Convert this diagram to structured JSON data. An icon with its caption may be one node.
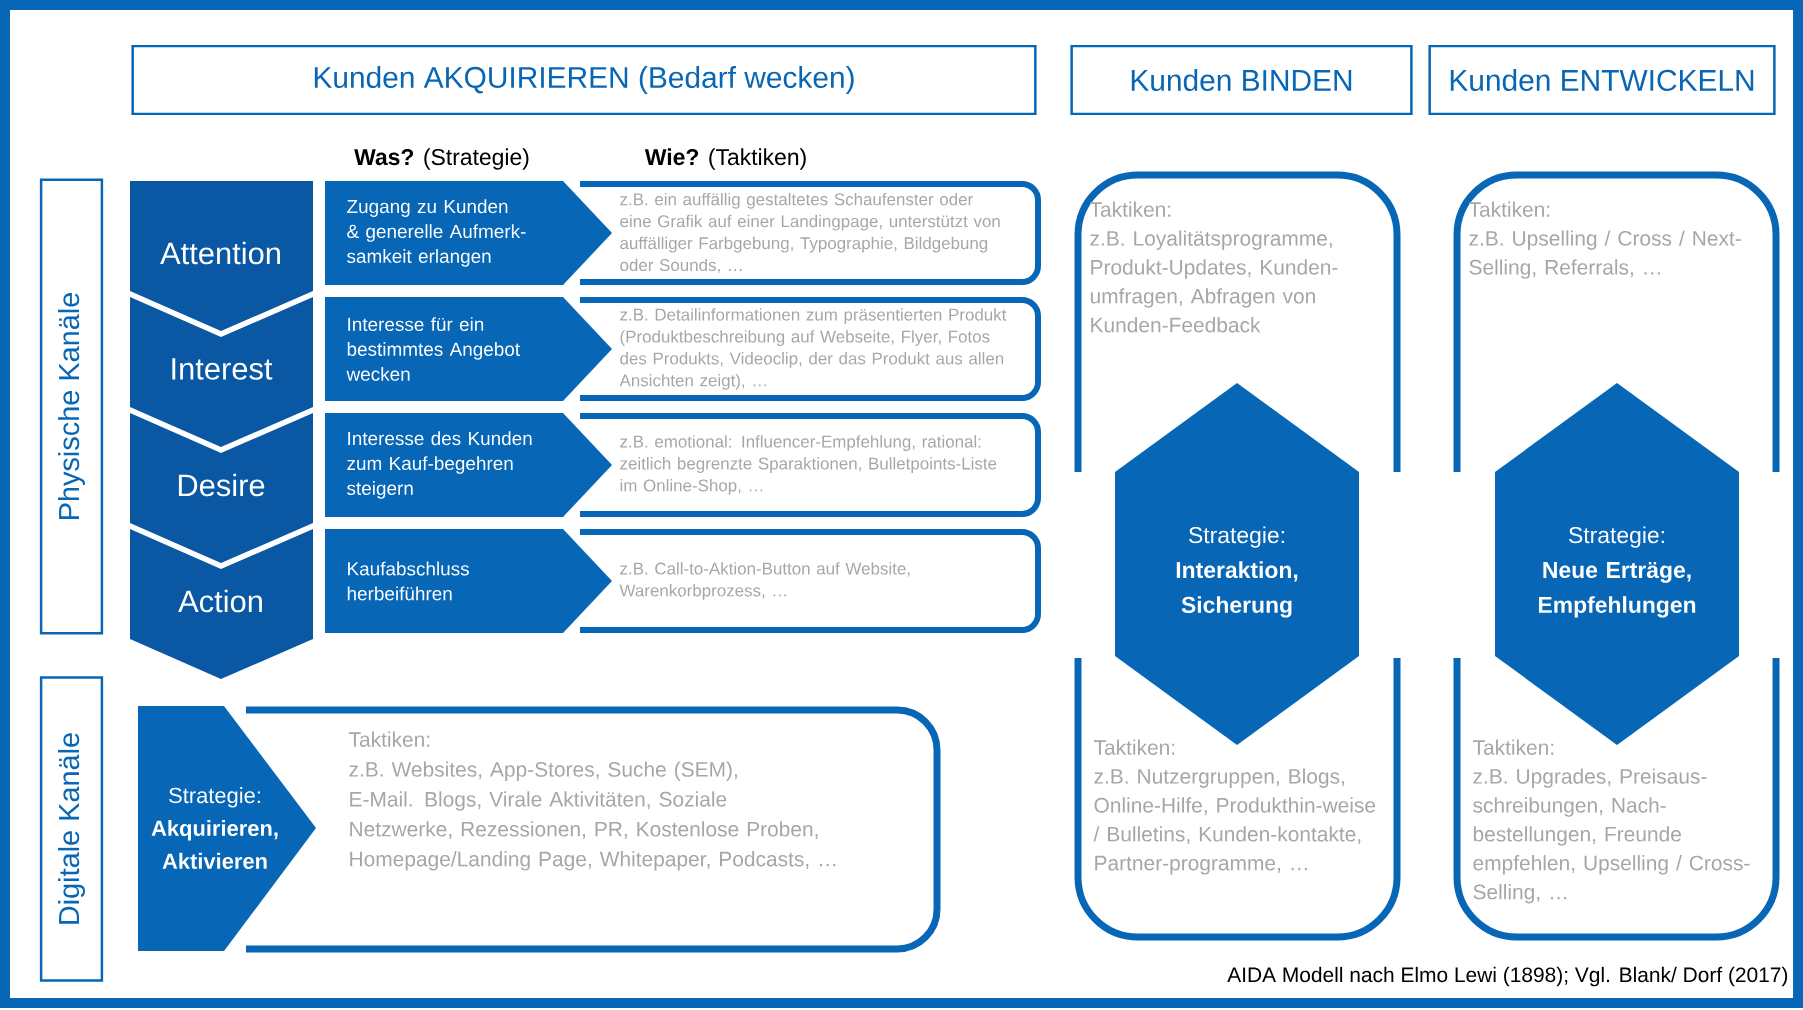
{
  "diagram": {
    "caption": "AIDA Modell nach Elmo Lewi (1898); Vgl. Blank/ Dorf (2017)",
    "nodes": [
      {
        "text": [
          "Kunden AKQUIRIEREN (Bedarf wecken)"
        ]
      },
      {
        "text": [
          "Kunden BINDEN"
        ]
      },
      {
        "text": [
          "Kunden ENTWICKELN"
        ]
      },
      {
        "text": [
          "Physische Kanäle"
        ]
      },
      {
        "text": [
          "Digitale Kanäle"
        ]
      },
      {
        "text": [
          "Attention"
        ]
      },
      {
        "text": [
          "Zugang zu Kunden & generelle Aufmerk-samkeit erlangen"
        ]
      },
      {
        "text": [
          "z.B. ein auffällig gestaltetes Schaufenster oder eine Grafik auf einer Landingpage, unterstützt von auffälliger Farbgebung, Typographie, Bildgebung oder Sounds, …"
        ]
      },
      {
        "text": [
          "Interest"
        ]
      },
      {
        "text": [
          "Interesse für ein bestimmtes Angebot wecken"
        ]
      },
      {
        "text": [
          "z.B. Detailinformationen zum präsentierten Produkt (Produktbeschreibung auf Webseite, Flyer, Fotos des Produkts, Videoclip, der das Produkt aus allen Ansichten zeigt), …"
        ]
      },
      {
        "text": [
          "Desire"
        ]
      },
      {
        "text": [
          "Interesse des Kunden zum Kauf-begehren steigern"
        ]
      },
      {
        "text": [
          "z.B. emotional: Influencer-Empfehlung, rational: zeitlich begrenzte Sparaktionen, Bulletpoints-Liste im Online-Shop, …"
        ]
      },
      {
        "text": [
          "Action"
        ]
      },
      {
        "text": [
          "Kaufabschluss herbeiführen"
        ]
      },
      {
        "text": [
          "z.B. Call-to-Aktion-Button auf Website, Warenkorbprozess, …"
        ]
      },
      {
        "text": [
          "Strategie:",
          "Akquirieren, Aktivieren"
        ]
      },
      {
        "text": [
          "Taktiken:",
          "z.B. Websites, App-Stores, Suche (SEM), E-Mail. Blogs, Virale Aktivitäten, Soziale Netzwerke, Rezessionen, PR, Kostenlose Proben, Homepage/Landing Page, Whitepaper, Podcasts, …"
        ]
      },
      {
        "text": [
          "Taktiken:",
          "z.B. Loyalitätsprogramme, Produkt-Updates, Kunden-umfragen, Abfragen von Kunden-Feedback"
        ]
      },
      {
        "text": [
          "Strategie:",
          "Interaktion, Sicherung"
        ]
      },
      {
        "text": [
          "Taktiken:",
          "z.B. Nutzergruppen, Blogs, Online-Hilfe, Produkthin-weise / Bulletins, Kunden-kontakte, Partner-programme, …"
        ]
      },
      {
        "text": [
          "Taktiken:",
          "z.B. Upselling / Cross / Next-Selling, Referrals, …"
        ]
      },
      {
        "text": [
          "Strategie:",
          "Neue Erträge, Empfehlungen"
        ]
      },
      {
        "text": [
          "Taktiken:",
          "z.B. Upgrades, Preisaus-schreibungen, Nach-bestellungen, Freunde empfehlen, Upselling / Cross-Selling, …"
        ]
      }
    ],
    "labels": [
      "**Was?** (Strategie)",
      "**Wie?** (Taktiken)"
    ]
  }
}
